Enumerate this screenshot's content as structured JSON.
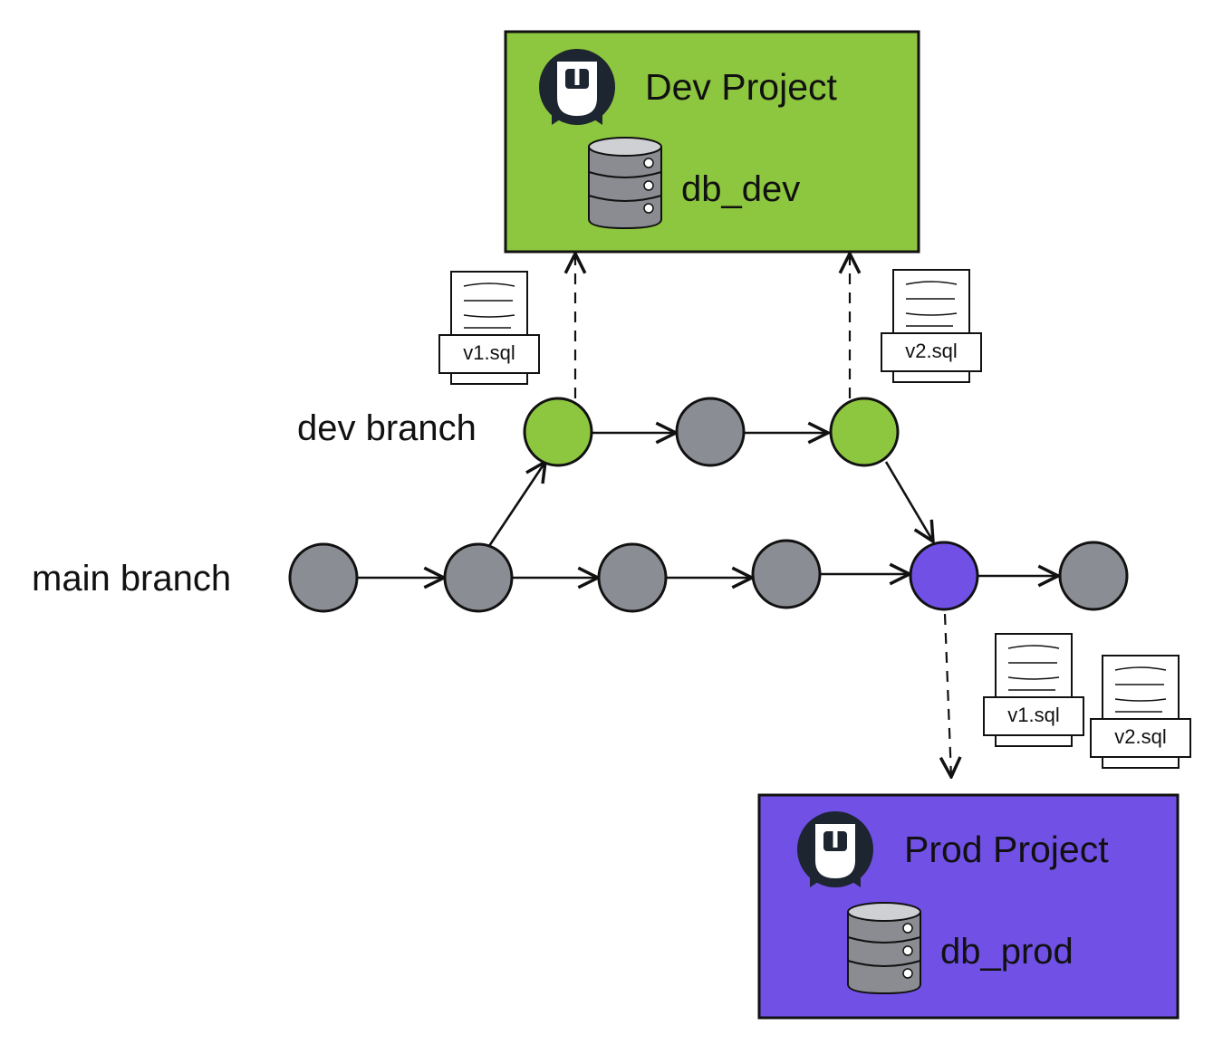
{
  "dev_project": {
    "title": "Dev Project",
    "database": "db_dev",
    "color": "#8dc63f"
  },
  "prod_project": {
    "title": "Prod Project",
    "database": "db_prod",
    "color": "#7150e6"
  },
  "branches": {
    "dev_label": "dev branch",
    "main_label": "main branch"
  },
  "colors": {
    "commit_gray": "#8a8d93",
    "commit_green": "#8dc63f",
    "commit_purple": "#7150e6",
    "logo_dark": "#1d2530"
  },
  "migration_files": {
    "dev_v1": "v1.sql",
    "dev_v2": "v2.sql",
    "prod_v1": "v1.sql",
    "prod_v2": "v2.sql"
  },
  "icons": [
    "brand-logo-icon",
    "database-icon",
    "sql-file-icon"
  ]
}
